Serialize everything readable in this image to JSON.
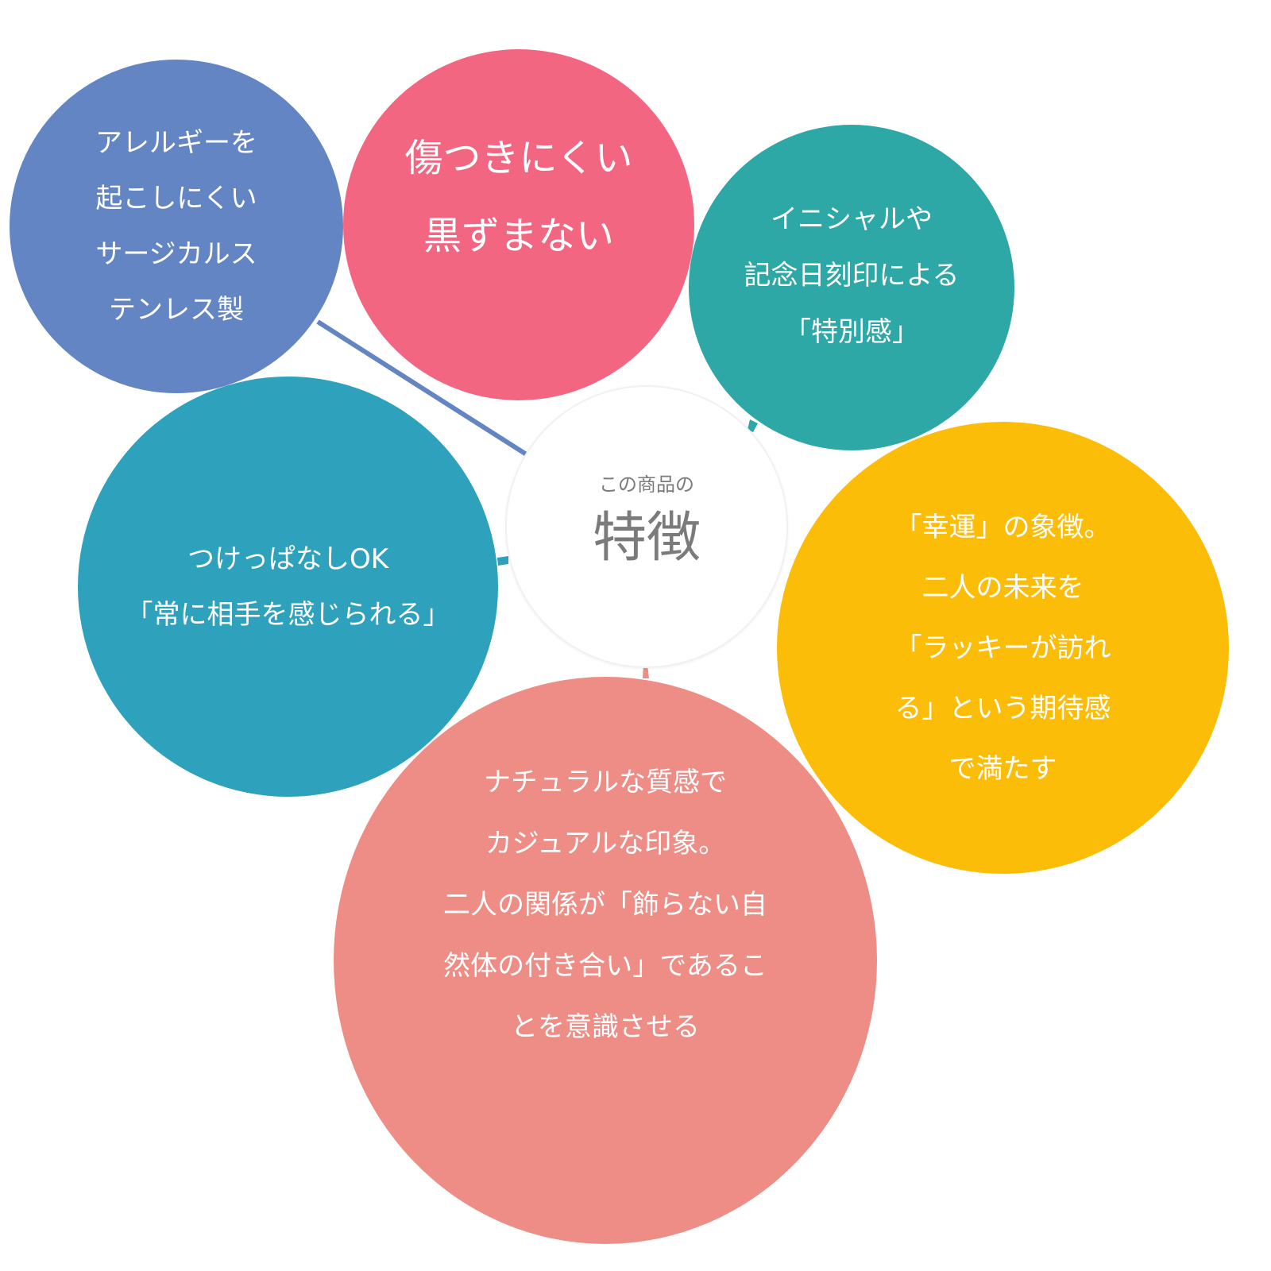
{
  "center": {
    "subtitle": "この商品の",
    "title": "特徴"
  },
  "bubbles": {
    "allergy": {
      "color": "#6385c3",
      "lines": [
        "アレルギーを",
        "起こしにくい",
        "サージカルス",
        "テンレス製"
      ]
    },
    "scratch": {
      "color": "#f36682",
      "lines": [
        "傷つきにくい",
        "黒ずまない"
      ]
    },
    "initial": {
      "color": "#2ea7a7",
      "lines": [
        "イニシャルや",
        "記念日刻印による",
        "「特別感」"
      ]
    },
    "always": {
      "color": "#2ea1bd",
      "lines": [
        "つけっぱなしOK",
        "「常に相手を感じられる」"
      ]
    },
    "lucky": {
      "color": "#fbbd07",
      "lines": [
        "「幸運」の象徴。",
        "二人の未来を",
        "「ラッキーが訪れ",
        "る」という期待感",
        "で満たす"
      ]
    },
    "natural": {
      "color": "#ed8d86",
      "lines": [
        "ナチュラルな質感で",
        "カジュアルな印象。",
        "二人の関係が「飾らない自",
        "然体の付き合い」であるこ",
        "とを意識させる"
      ]
    }
  },
  "center_color": "#ffffff",
  "text_color_center": "#7b7b7b"
}
